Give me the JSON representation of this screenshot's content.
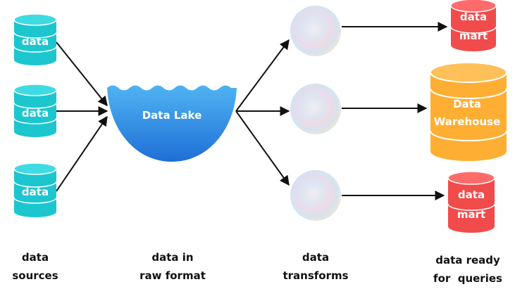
{
  "sources": [
    {
      "label": "data"
    },
    {
      "label": "data"
    },
    {
      "label": "data"
    }
  ],
  "lake": {
    "label": "Data Lake"
  },
  "marts_top": {
    "line1": "data",
    "line2": "mart"
  },
  "warehouse": {
    "line1": "Data",
    "line2": "Warehouse"
  },
  "marts_bottom": {
    "line1": "data",
    "line2": "mart"
  },
  "captions": {
    "sources": {
      "line1": "data",
      "line2": "sources"
    },
    "raw": {
      "line1": "data in",
      "line2": "raw format"
    },
    "transforms": {
      "line1": "data",
      "line2": "transforms"
    },
    "ready": {
      "line1": "data ready",
      "line2": "for  queries"
    }
  },
  "colors": {
    "source_cylinder": "#1cc6cf",
    "lake": "#2e8fe6",
    "mart": "#f24b4b",
    "warehouse": "#ffae34",
    "arrow": "#111111"
  }
}
